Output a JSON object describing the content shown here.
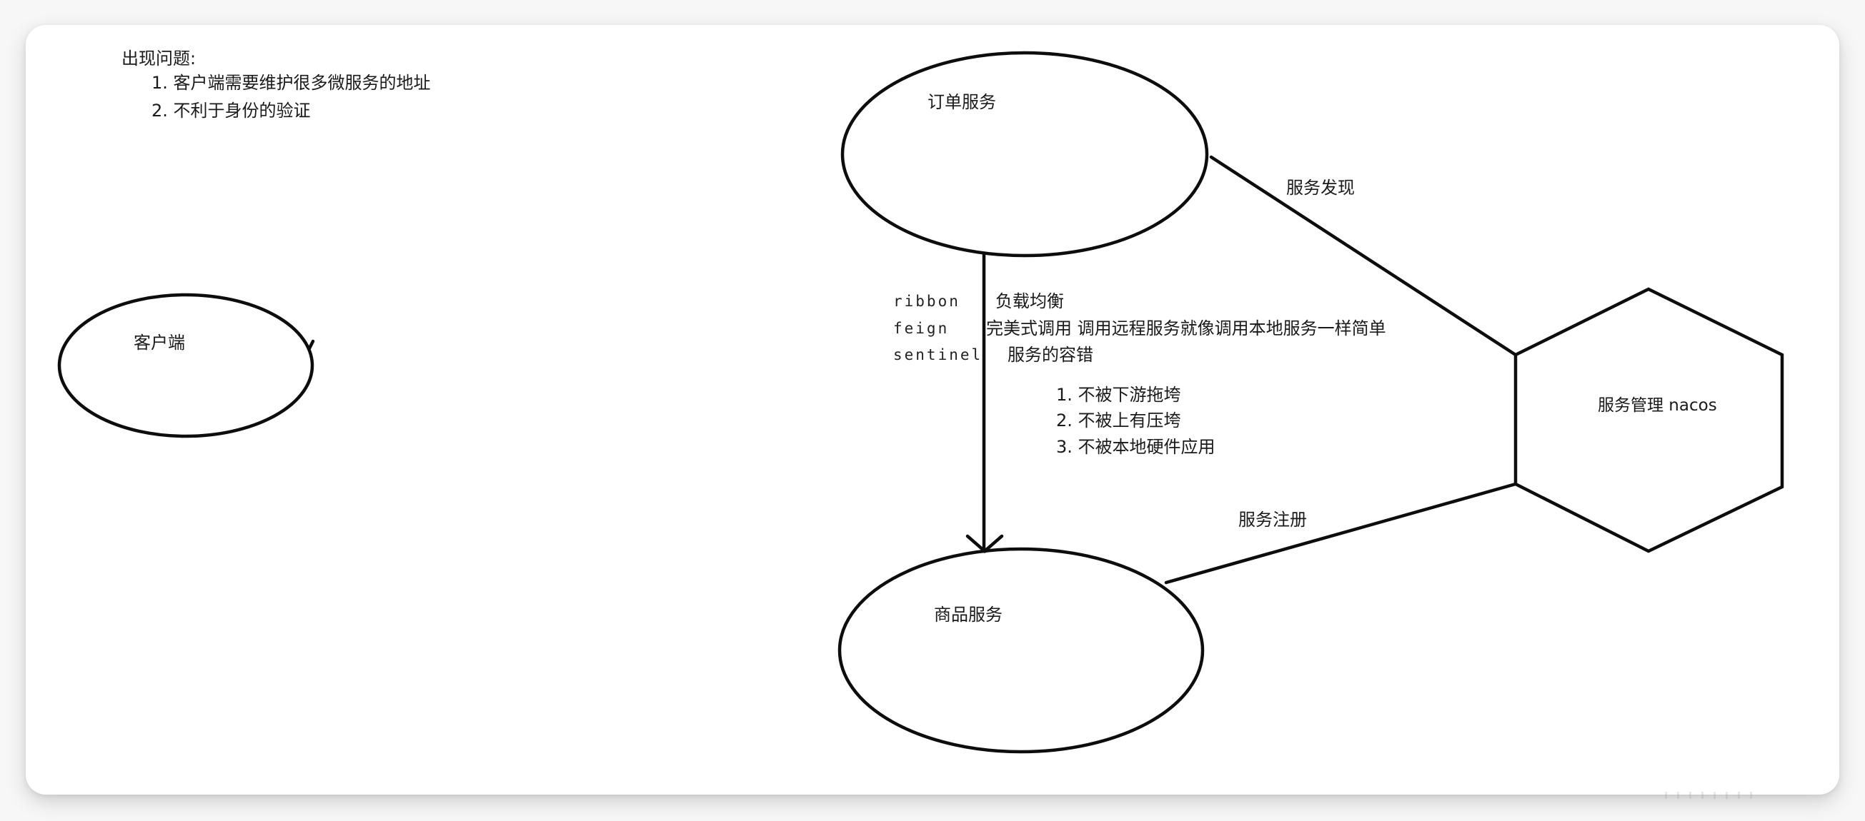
{
  "notes": {
    "title": "出现问题:",
    "items": [
      "1. 客户端需要维护很多微服务的地址",
      "2. 不利于身份的验证"
    ]
  },
  "nodes": {
    "client": {
      "label": "客户端",
      "shape": "ellipse"
    },
    "order_service": {
      "label": "订单服务",
      "shape": "ellipse"
    },
    "product_service": {
      "label": "商品服务",
      "shape": "ellipse"
    },
    "registry": {
      "label": "服务管理 nacos",
      "shape": "hexagon"
    }
  },
  "edges": {
    "discovery": {
      "label": "服务发现",
      "from": "order_service",
      "to": "registry"
    },
    "registration": {
      "label": "服务注册",
      "from": "product_service",
      "to": "registry"
    },
    "call": {
      "from": "order_service",
      "to": "product_service",
      "arrow": "open"
    }
  },
  "components": [
    {
      "name": "ribbon",
      "desc": "负载均衡"
    },
    {
      "name": "feign",
      "desc": "完美式调用 调用远程服务就像调用本地服务一样简单"
    },
    {
      "name": "sentinel",
      "desc": "服务的容错"
    }
  ],
  "sentinel_points": [
    "1. 不被下游拖垮",
    "2. 不被上有压垮",
    "3. 不被本地硬件应用"
  ],
  "colors": {
    "stroke": "#0d0d0d",
    "text": "#1a1a1a",
    "card_bg": "#ffffff",
    "page_bg": "#f7f7f7"
  }
}
